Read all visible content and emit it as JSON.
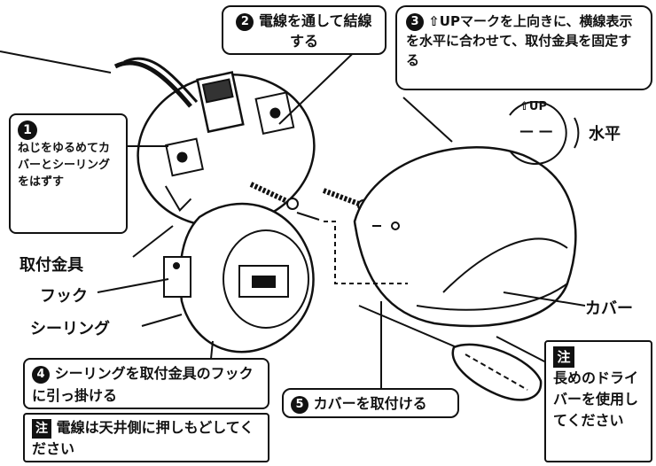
{
  "step1": {
    "number": "1",
    "text": "ねじをゆるめてカバーとシーリングをはずす"
  },
  "step2": {
    "number": "2",
    "text": "電線を通して結線する"
  },
  "step3": {
    "number": "3",
    "text": "⇧UPマークを上向きに、横線表示を水平に合わせて、取付金具を固定する"
  },
  "step4": {
    "number": "4",
    "text": "シーリングを取付金具のフックに引っ掛ける"
  },
  "step5": {
    "number": "5",
    "text": "カバーを取付ける"
  },
  "note_wire": {
    "mark": "注",
    "text": "電線は天井側に押しもどしてください"
  },
  "note_driver": {
    "mark": "注",
    "text": "長めのドライバーを使用してください"
  },
  "inset": {
    "up_mark": "⇧UP",
    "dashes": "— —",
    "label": "水平"
  },
  "labels": {
    "mounting_bracket": "取付金具",
    "hook": "フック",
    "ceiling_ring": "シーリング",
    "cover": "カバー"
  }
}
